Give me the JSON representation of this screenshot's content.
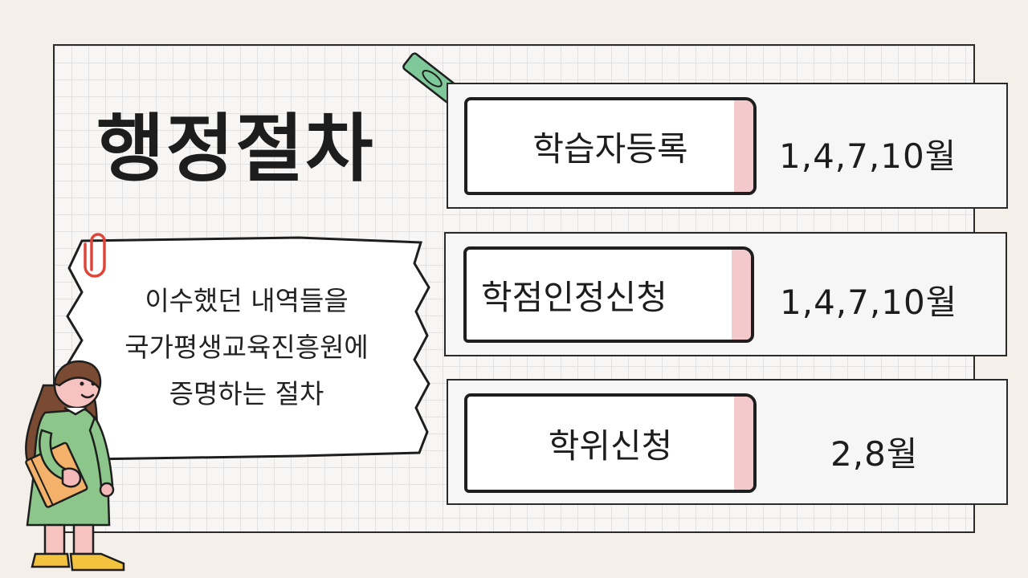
{
  "title": "행정절차",
  "note": {
    "line1": "이수했던 내역들을",
    "line2": "국가평생교육진흥원에",
    "line3": "증명하는 절차"
  },
  "steps": [
    {
      "label": "학습자등록",
      "months": "1,4,7,10월"
    },
    {
      "label": "학점인정신청",
      "months": "1,4,7,10월"
    },
    {
      "label": "학위신청",
      "months": "2,8월"
    }
  ],
  "colors": {
    "accent_pink": "#f3c9cb",
    "crayon_green": "#7fc89a",
    "dress_green": "#8cc68a",
    "hair_brown": "#7a4a32"
  }
}
